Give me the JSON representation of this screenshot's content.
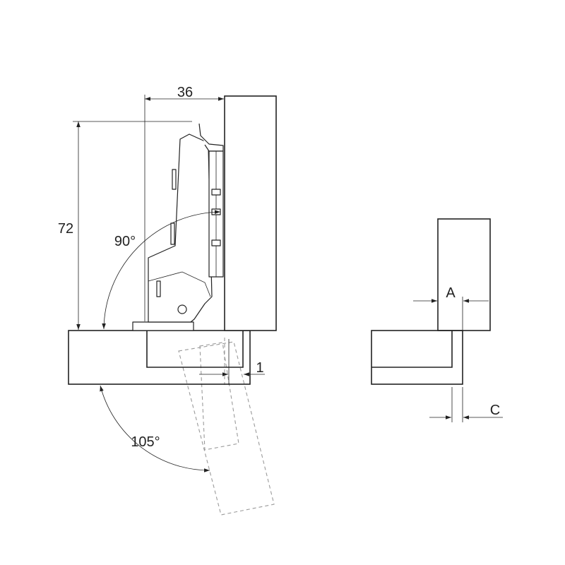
{
  "dimensions": {
    "width_label": "36",
    "height_label": "72",
    "gap_label": "1",
    "angle_closed_label": "90°",
    "angle_open_label": "105°"
  },
  "detail": {
    "overlay_label": "A",
    "offset_label": "C"
  }
}
